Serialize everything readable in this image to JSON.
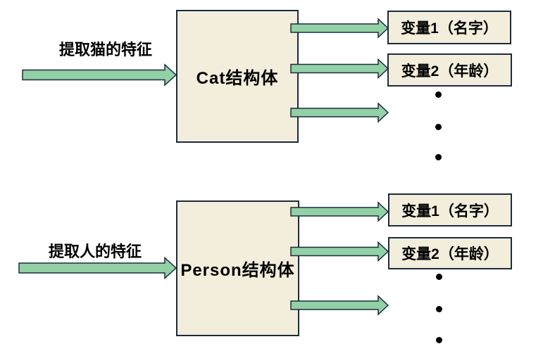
{
  "colors": {
    "box_fill": "#f3eedc",
    "box_border": "#1c2b3d",
    "arrow_fill": "#92d1a6",
    "arrow_border": "#1c2b3d",
    "text": "#000000",
    "background": "#ffffff"
  },
  "diagram": {
    "type": "flow-diagram",
    "sections": [
      {
        "name": "cat",
        "input_label": "提取猫的特征",
        "struct_label": "Cat结构体",
        "outputs": [
          "变量1（名字）",
          "变量2（年龄）"
        ],
        "ellipsis_dots": 3
      },
      {
        "name": "person",
        "input_label": "提取人的特征",
        "struct_label": "Person结构体",
        "outputs": [
          "变量1（名字）",
          "变量2（年龄）"
        ],
        "ellipsis_dots": 3
      }
    ]
  }
}
